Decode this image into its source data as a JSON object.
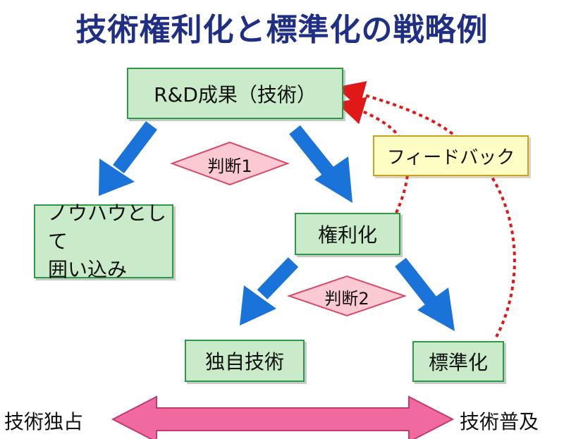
{
  "title": "技術権利化と標準化の戦略例",
  "nodes": {
    "rd": "R&D成果（技術）",
    "knowhow_line1": "ノウハウとして",
    "knowhow_line2": "囲い込み",
    "rights": "権利化",
    "proprietary": "独自技術",
    "standard": "標準化",
    "feedback": "フィードバック"
  },
  "decisions": {
    "judge1": "判断1",
    "judge2": "判断2"
  },
  "spectrum": {
    "left": "技術独占",
    "right": "技術普及"
  },
  "colors": {
    "title": "#1f2f86",
    "box_fill": "#c9ebc9",
    "box_border": "#2e9a48",
    "arrow_blue": "#1a73d9",
    "diamond_fill": "#fbc9d2",
    "diamond_border": "#d94a6b",
    "feedback_fill": "#fdfdc4",
    "feedback_border": "#c9a21f",
    "dotted": "#e01818",
    "bottom_arrow": "#f06aa0"
  }
}
